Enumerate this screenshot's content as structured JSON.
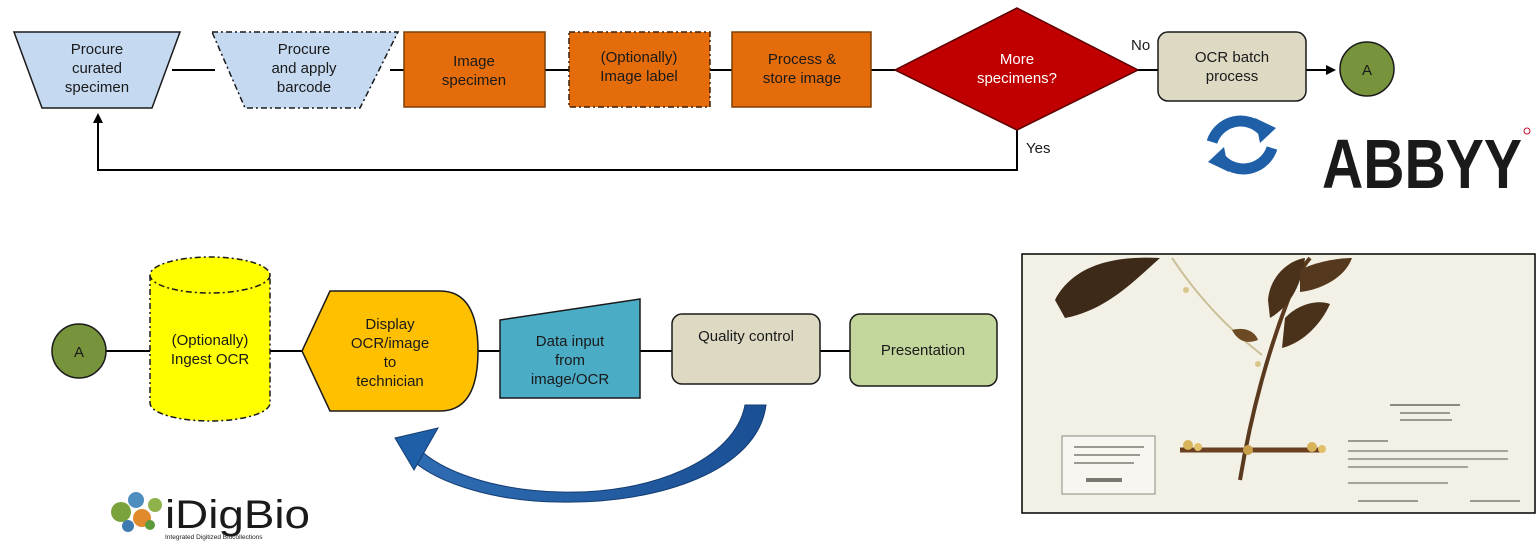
{
  "top_flow": {
    "procure_curated": [
      "Procure",
      "curated",
      "specimen"
    ],
    "procure_barcode": [
      "Procure",
      "and apply",
      "barcode"
    ],
    "image_specimen": [
      "Image",
      "specimen"
    ],
    "image_label": [
      "(Optionally)",
      "Image label"
    ],
    "process_store": [
      "Process &",
      "store image"
    ],
    "more_specimens": [
      "More",
      "specimens?"
    ],
    "no_label": "No",
    "yes_label": "Yes",
    "ocr_batch": [
      "OCR batch",
      "process"
    ],
    "connector_a": "A"
  },
  "bottom_flow": {
    "connector_a": "A",
    "ingest_ocr": [
      "(Optionally)",
      "Ingest OCR"
    ],
    "display_ocr": [
      "Display",
      "OCR/image",
      "to",
      "technician"
    ],
    "data_input": [
      "Data input",
      "from",
      "image/OCR"
    ],
    "quality_control": "Quality control",
    "presentation": "Presentation"
  },
  "logos": {
    "abbyy": "ABBYY",
    "idigbio": "iDigBio",
    "idigbio_tagline": "Integrated Digitized Biocollections"
  },
  "colors": {
    "blue_fill": "#c5d9f1",
    "orange_fill": "#e46c0a",
    "red_fill": "#c00000",
    "gray_fill": "#ddd9c3",
    "yellow_fill": "#ffff00",
    "amber_fill": "#ffc000",
    "teal_fill": "#4bacc6",
    "green_fill": "#c3d69b",
    "connector_fill": "#77933c",
    "arrow_blue": "#1f5fa8",
    "abbyy_red": "#c8102e"
  }
}
